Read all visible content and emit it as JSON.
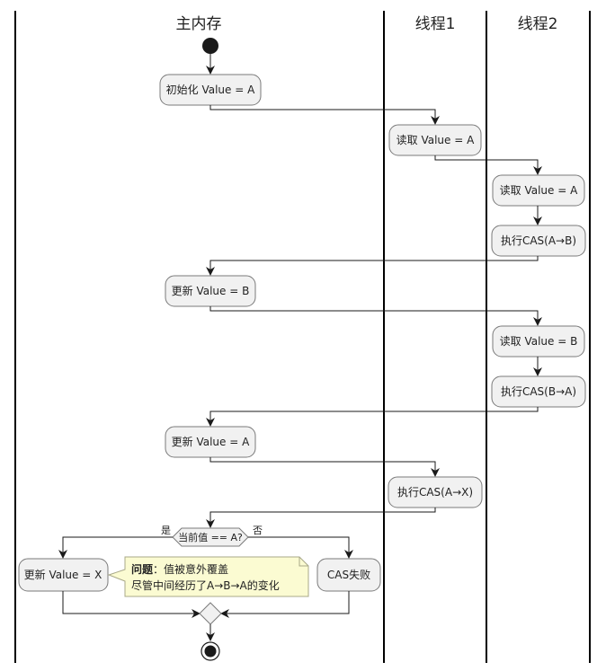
{
  "lanes": {
    "main_memory": "主内存",
    "thread1": "线程1",
    "thread2": "线程2"
  },
  "nodes": {
    "init": "初始化 Value = A",
    "t1_read": "读取 Value = A",
    "t2_read_a": "读取 Value = A",
    "t2_cas_ab": "执行CAS(A→B)",
    "update_b": "更新 Value = B",
    "t2_read_b": "读取 Value = B",
    "t2_cas_ba": "执行CAS(B→A)",
    "update_a": "更新 Value = A",
    "t1_cas_ax": "执行CAS(A→X)",
    "decision": "当前值 == A?",
    "yes": "是",
    "no": "否",
    "update_x": "更新 Value = X",
    "cas_fail": "CAS失败"
  },
  "note": {
    "title": "问题",
    "separator": "：",
    "line1_rest": "值被意外覆盖",
    "line2": "尽管中间经历了A→B→A的变化"
  },
  "colors": {
    "box_fill": "#f1f1f1",
    "box_stroke": "#7a7a7a",
    "note_fill": "#fbfbd2",
    "note_stroke": "#a8a888",
    "start_end": "#1a1a1a"
  }
}
